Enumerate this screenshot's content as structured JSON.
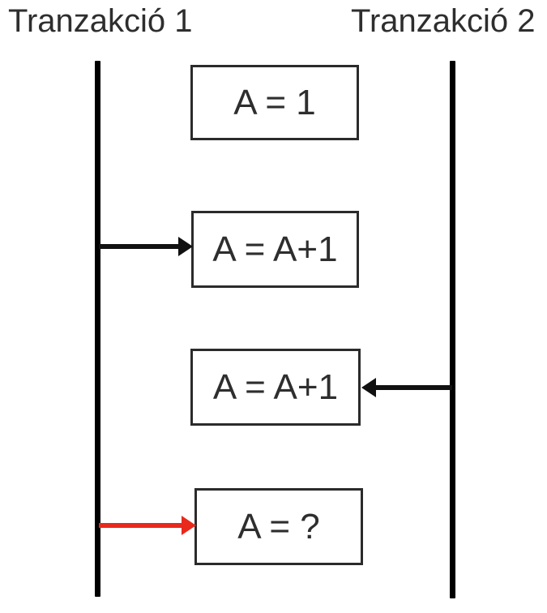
{
  "diagram": {
    "type": "transaction-timeline",
    "columns": [
      {
        "label": "Tranzakció 1"
      },
      {
        "label": "Tranzakció 2"
      }
    ],
    "boxes": [
      {
        "label": "A = 1"
      },
      {
        "label": "A = A+1"
      },
      {
        "label": "A = A+1"
      },
      {
        "label": "A = ?"
      }
    ],
    "arrows": [
      {
        "name": "transaction1-to-update",
        "direction": "right",
        "color": "#111111"
      },
      {
        "name": "transaction2-to-update",
        "direction": "left",
        "color": "#111111"
      },
      {
        "name": "transaction1-to-result",
        "direction": "right",
        "color": "#e8291c"
      }
    ],
    "colors": {
      "background": "#ffffff",
      "lifeline": "#000000",
      "box_border": "#2b2b2b",
      "box_fill": "#ffffff",
      "text": "#2e2e2e",
      "arrow_black": "#111111",
      "arrow_red": "#e8291c"
    }
  }
}
